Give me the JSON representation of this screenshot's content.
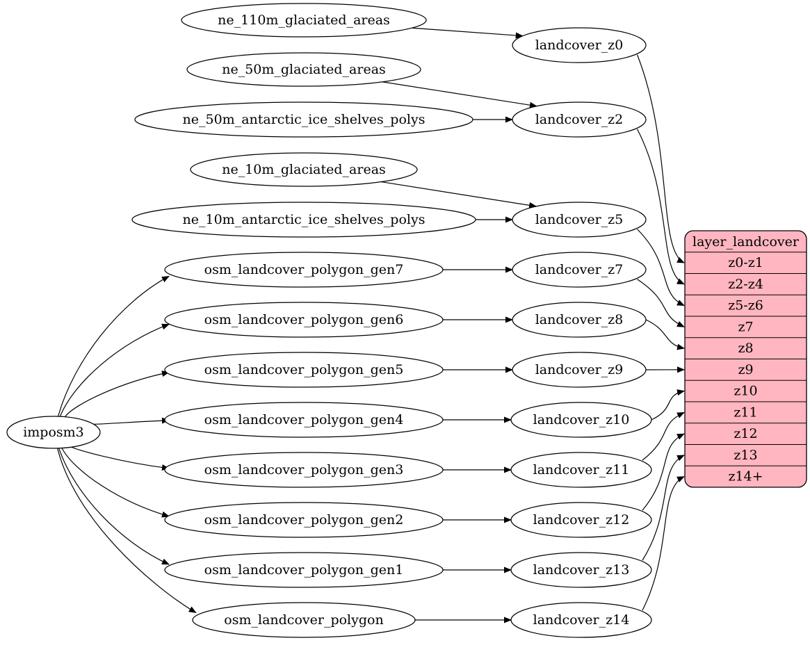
{
  "diagram": {
    "background_color": "#ffffff",
    "edge_color": "#000000",
    "node_fill_color": "#ffffff",
    "node_stroke_color": "#000000",
    "text_color": "#000000",
    "nodes": [
      {
        "id": "imposm3",
        "label": "imposm3"
      },
      {
        "id": "ne_110m_glaciated_areas",
        "label": "ne_110m_glaciated_areas"
      },
      {
        "id": "ne_50m_glaciated_areas",
        "label": "ne_50m_glaciated_areas"
      },
      {
        "id": "ne_50m_antarctic_ice_shelves_polys",
        "label": "ne_50m_antarctic_ice_shelves_polys"
      },
      {
        "id": "ne_10m_glaciated_areas",
        "label": "ne_10m_glaciated_areas"
      },
      {
        "id": "ne_10m_antarctic_ice_shelves_polys",
        "label": "ne_10m_antarctic_ice_shelves_polys"
      },
      {
        "id": "osm_landcover_polygon_gen7",
        "label": "osm_landcover_polygon_gen7"
      },
      {
        "id": "osm_landcover_polygon_gen6",
        "label": "osm_landcover_polygon_gen6"
      },
      {
        "id": "osm_landcover_polygon_gen5",
        "label": "osm_landcover_polygon_gen5"
      },
      {
        "id": "osm_landcover_polygon_gen4",
        "label": "osm_landcover_polygon_gen4"
      },
      {
        "id": "osm_landcover_polygon_gen3",
        "label": "osm_landcover_polygon_gen3"
      },
      {
        "id": "osm_landcover_polygon_gen2",
        "label": "osm_landcover_polygon_gen2"
      },
      {
        "id": "osm_landcover_polygon_gen1",
        "label": "osm_landcover_polygon_gen1"
      },
      {
        "id": "osm_landcover_polygon",
        "label": "osm_landcover_polygon"
      },
      {
        "id": "landcover_z0",
        "label": "landcover_z0"
      },
      {
        "id": "landcover_z2",
        "label": "landcover_z2"
      },
      {
        "id": "landcover_z5",
        "label": "landcover_z5"
      },
      {
        "id": "landcover_z7",
        "label": "landcover_z7"
      },
      {
        "id": "landcover_z8",
        "label": "landcover_z8"
      },
      {
        "id": "landcover_z9",
        "label": "landcover_z9"
      },
      {
        "id": "landcover_z10",
        "label": "landcover_z10"
      },
      {
        "id": "landcover_z11",
        "label": "landcover_z11"
      },
      {
        "id": "landcover_z12",
        "label": "landcover_z12"
      },
      {
        "id": "landcover_z13",
        "label": "landcover_z13"
      },
      {
        "id": "landcover_z14",
        "label": "landcover_z14"
      }
    ],
    "table": {
      "title": "layer_landcover",
      "fill": "#ffb6c1",
      "stroke": "#000000",
      "rows": [
        "z0-z1",
        "z2-z4",
        "z5-z6",
        "z7",
        "z8",
        "z9",
        "z10",
        "z11",
        "z12",
        "z13",
        "z14+"
      ]
    },
    "edges": [
      {
        "from": "ne_110m_glaciated_areas",
        "to": "landcover_z0"
      },
      {
        "from": "ne_50m_glaciated_areas",
        "to": "landcover_z2"
      },
      {
        "from": "ne_50m_antarctic_ice_shelves_polys",
        "to": "landcover_z2"
      },
      {
        "from": "ne_10m_glaciated_areas",
        "to": "landcover_z5"
      },
      {
        "from": "ne_10m_antarctic_ice_shelves_polys",
        "to": "landcover_z5"
      },
      {
        "from": "osm_landcover_polygon_gen7",
        "to": "landcover_z7"
      },
      {
        "from": "osm_landcover_polygon_gen6",
        "to": "landcover_z8"
      },
      {
        "from": "osm_landcover_polygon_gen5",
        "to": "landcover_z9"
      },
      {
        "from": "osm_landcover_polygon_gen4",
        "to": "landcover_z10"
      },
      {
        "from": "osm_landcover_polygon_gen3",
        "to": "landcover_z11"
      },
      {
        "from": "osm_landcover_polygon_gen2",
        "to": "landcover_z12"
      },
      {
        "from": "osm_landcover_polygon_gen1",
        "to": "landcover_z13"
      },
      {
        "from": "osm_landcover_polygon",
        "to": "landcover_z14"
      },
      {
        "from": "imposm3",
        "to": "osm_landcover_polygon_gen7"
      },
      {
        "from": "imposm3",
        "to": "osm_landcover_polygon_gen6"
      },
      {
        "from": "imposm3",
        "to": "osm_landcover_polygon_gen5"
      },
      {
        "from": "imposm3",
        "to": "osm_landcover_polygon_gen4"
      },
      {
        "from": "imposm3",
        "to": "osm_landcover_polygon_gen3"
      },
      {
        "from": "imposm3",
        "to": "osm_landcover_polygon_gen2"
      },
      {
        "from": "imposm3",
        "to": "osm_landcover_polygon_gen1"
      },
      {
        "from": "imposm3",
        "to": "osm_landcover_polygon"
      },
      {
        "from": "landcover_z0",
        "to": "row:z0-z1"
      },
      {
        "from": "landcover_z2",
        "to": "row:z2-z4"
      },
      {
        "from": "landcover_z5",
        "to": "row:z5-z6"
      },
      {
        "from": "landcover_z7",
        "to": "row:z7"
      },
      {
        "from": "landcover_z8",
        "to": "row:z8"
      },
      {
        "from": "landcover_z9",
        "to": "row:z9"
      },
      {
        "from": "landcover_z10",
        "to": "row:z10"
      },
      {
        "from": "landcover_z11",
        "to": "row:z11"
      },
      {
        "from": "landcover_z12",
        "to": "row:z12"
      },
      {
        "from": "landcover_z13",
        "to": "row:z13"
      },
      {
        "from": "landcover_z14",
        "to": "row:z14+"
      }
    ]
  }
}
